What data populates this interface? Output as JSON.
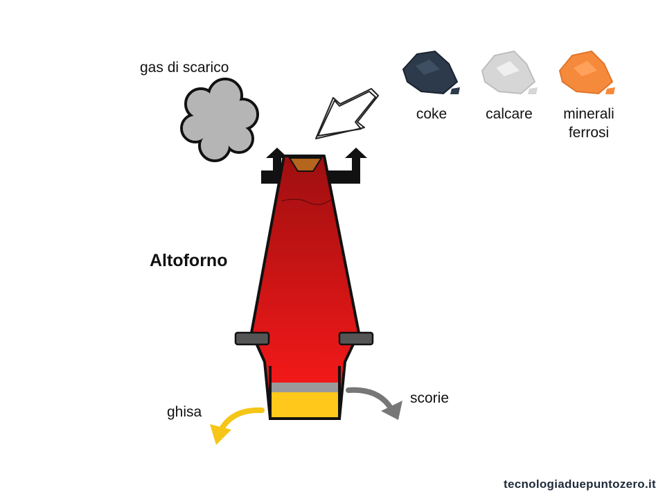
{
  "title": "Altoforno",
  "labels": {
    "exhaust": "gas di scarico",
    "slag": "scorie",
    "pig_iron": "ghisa"
  },
  "materials": [
    {
      "name": "coke",
      "color": "#2c3a4b",
      "icon": "coke-pile-icon"
    },
    {
      "name": "calcare",
      "color": "#d6d6d6",
      "icon": "limestone-pile-icon"
    },
    {
      "name": "minerali ferrosi",
      "color": "#f68a3c",
      "icon": "iron-ore-pile-icon"
    }
  ],
  "colors": {
    "furnace_top": "#9e0f10",
    "furnace_bottom": "#ff1a1a",
    "slag_layer": "#9a9a9a",
    "pig_iron_layer": "#ffc81a",
    "arrow_pig_iron": "#f5c518",
    "arrow_slag": "#777777",
    "smoke": "#b5b5b5"
  },
  "footer": "tecnologiaduepuntozero.it"
}
